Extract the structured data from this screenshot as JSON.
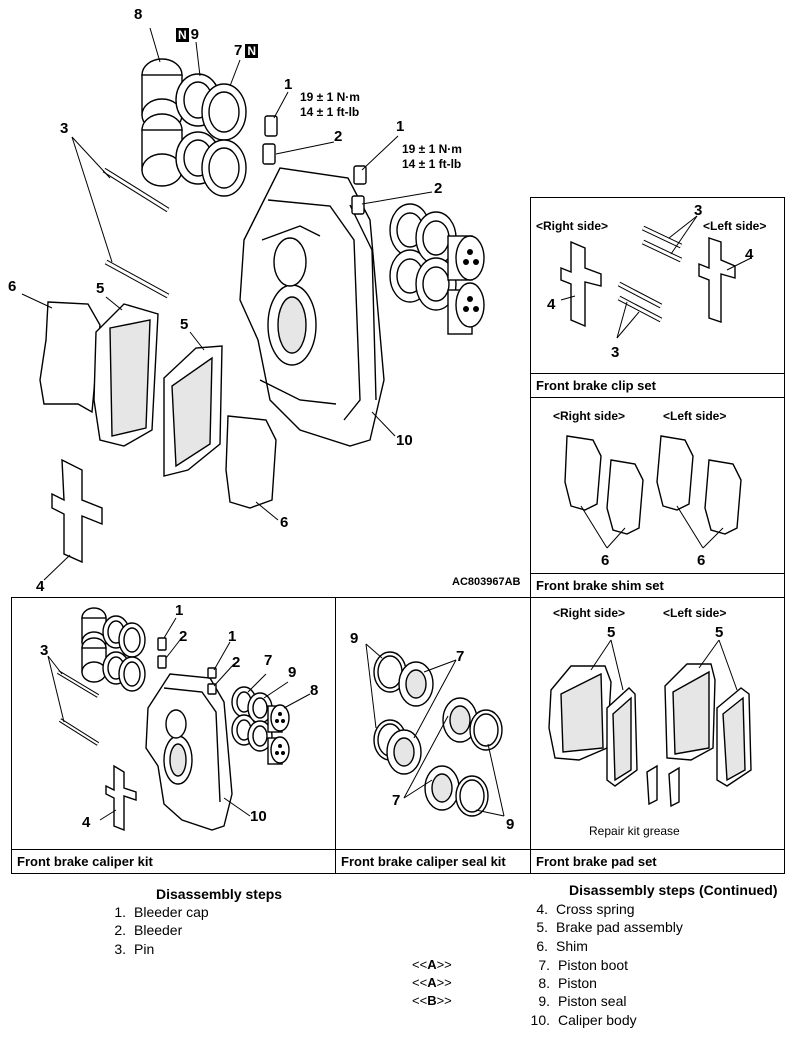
{
  "main_diagram": {
    "labels": {
      "l8": "8",
      "l9": "9",
      "l7": "7",
      "n_badge": "N",
      "l1a": "1",
      "l2a": "2",
      "l1b": "1",
      "l2b": "2",
      "l3": "3",
      "l6a": "6",
      "l5a": "5",
      "l5b": "5",
      "l6b": "6",
      "l4": "4",
      "l10": "10"
    },
    "torque_a": [
      "19 ± 1 N·m",
      "14 ± 1 ft-lb"
    ],
    "torque_b": [
      "19 ± 1 N·m",
      "14 ± 1 ft-lb"
    ],
    "figure_code": "AC803967AB"
  },
  "clip_set": {
    "right_side": "<Right side>",
    "left_side": "<Left side>",
    "l3a": "3",
    "l3b": "3",
    "l4a": "4",
    "l4b": "4",
    "caption": "Front brake clip set"
  },
  "shim_set": {
    "right_side": "<Right side>",
    "left_side": "<Left side>",
    "l6a": "6",
    "l6b": "6",
    "caption": "Front brake shim set"
  },
  "caliper_kit": {
    "l1a": "1",
    "l2a": "2",
    "l1b": "1",
    "l2b": "2",
    "l3": "3",
    "l7": "7",
    "l9": "9",
    "l8": "8",
    "l4": "4",
    "l10": "10",
    "caption": "Front brake caliper kit"
  },
  "seal_kit": {
    "l9a": "9",
    "l7a": "7",
    "l7b": "7",
    "l9b": "9",
    "caption": "Front brake caliper seal kit"
  },
  "pad_set": {
    "right_side": "<Right side>",
    "left_side": "<Left side>",
    "l5a": "5",
    "l5b": "5",
    "grease": "Repair kit grease",
    "caption": "Front brake pad set"
  },
  "steps": {
    "title": "Disassembly steps",
    "items": [
      {
        "n": "1.",
        "t": "Bleeder cap"
      },
      {
        "n": "2.",
        "t": "Bleeder"
      },
      {
        "n": "3.",
        "t": "Pin"
      }
    ],
    "title2": "Disassembly steps (Continued)",
    "items2": [
      {
        "n": "4.",
        "t": "Cross spring"
      },
      {
        "n": "5.",
        "t": "Brake pad assembly"
      },
      {
        "n": "6.",
        "t": "Shim"
      },
      {
        "n": "7.",
        "t": "Piston boot"
      },
      {
        "n": "8.",
        "t": "Piston"
      },
      {
        "n": "9.",
        "t": "Piston seal"
      },
      {
        "n": "10.",
        "t": "Caliper body"
      }
    ],
    "flags": [
      {
        "pre": "<<",
        "letter": "A",
        "post": ">>"
      },
      {
        "pre": "<<",
        "letter": "A",
        "post": ">>"
      },
      {
        "pre": "<<",
        "letter": "B",
        "post": ">>"
      }
    ]
  }
}
